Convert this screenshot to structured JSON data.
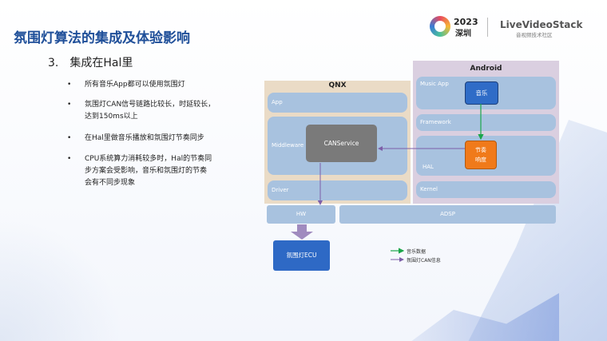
{
  "slide": {
    "title": "氛围灯算法的集成及体验影响",
    "section_number": "3.",
    "section_title": "集成在Hal里",
    "bullets": [
      {
        "dot": "•",
        "lines": [
          "所有音乐App都可以使用氛围灯"
        ]
      },
      {
        "dot": "•",
        "lines": [
          "氛围灯CAN信号链路比较长，时延较长，",
          "达到150ms以上"
        ]
      },
      {
        "dot": "•",
        "lines": [
          "在Hal里做音乐播放和氛围灯节奏同步"
        ]
      },
      {
        "dot": "•",
        "lines": [
          "CPU系统算力消耗较多时，Hal的节奏同",
          "步方案会受影响，音乐和氛围灯的节奏",
          "会有不同步现象"
        ]
      }
    ]
  },
  "logos": {
    "year": "2023",
    "city": "深圳",
    "brand": "LiveVideoStack",
    "brand_sub": "音视频技术社区"
  },
  "diagram": {
    "qnx": {
      "title": "QNX",
      "app": "App",
      "middleware": "Middleware",
      "canservice": "CANService",
      "driver": "Driver"
    },
    "android": {
      "title": "Android",
      "music_app": "Music App",
      "music": "音乐",
      "framework": "Framework",
      "hal": "HAL",
      "rhythm_line1": "节奏",
      "rhythm_line2": "响度",
      "kernel": "Kernel"
    },
    "hw": "HW",
    "adsp": "ADSP",
    "ecu": "氛围灯ECU",
    "legend": [
      {
        "label": "音乐数据",
        "color": "#1aa64a"
      },
      {
        "label": "氛围灯CAN信息",
        "color": "#7d5fa8"
      }
    ]
  },
  "colors": {
    "title": "#1f4f99",
    "qnx_bg": "#eadbc6",
    "android_bg": "#dacfe0",
    "layer": "#a8c2df",
    "canservice": "#7a7a7a",
    "music": "#2f6cc7",
    "rhythm": "#f07a1a",
    "ecu": "#2e69c5"
  }
}
